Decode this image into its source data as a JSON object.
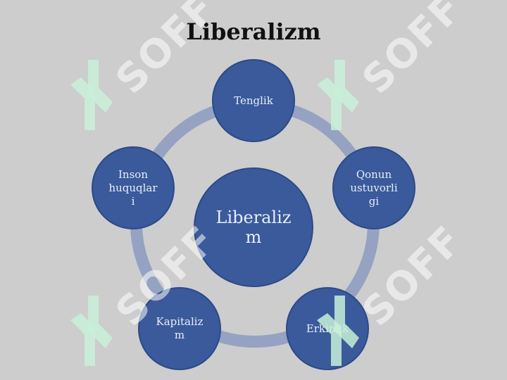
{
  "title": "Liberalizm",
  "center": "Liberaliz\nm",
  "nodes": [
    {
      "label": "Tenglik"
    },
    {
      "label": "Qonun\nustuvorli\ngi"
    },
    {
      "label": "Erkinlik"
    },
    {
      "label": "Kapitaliz\nm"
    },
    {
      "label": "Inson\nhuquqlar\ni"
    }
  ],
  "watermark": {
    "text": "SOFF",
    "logo_icon": "soff-logo-icon",
    "color": "#c8f0d8"
  }
}
